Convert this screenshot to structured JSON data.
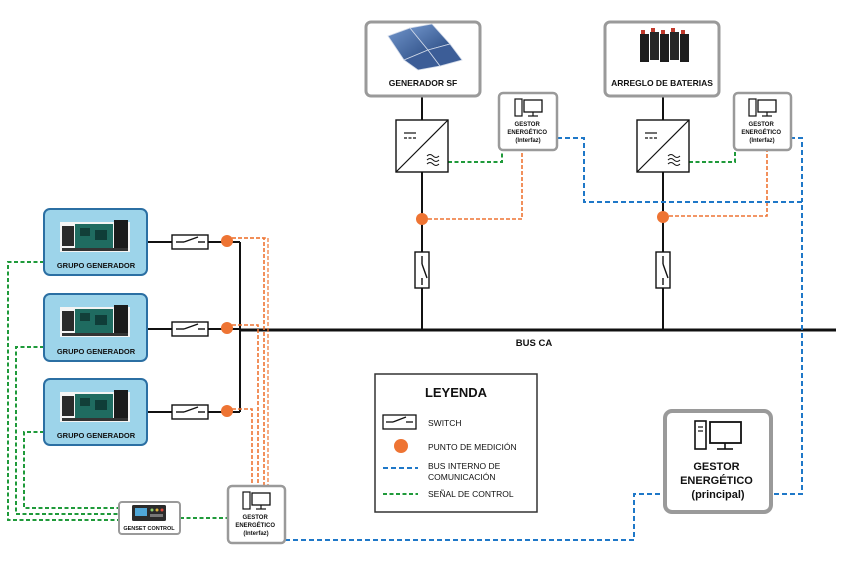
{
  "colors": {
    "bus": "#111111",
    "comm_bus": "#1f78c8",
    "control_signal": "#1f9a3a",
    "measurement": "#ee7433",
    "generator_box_fill": "#9dd4ea",
    "generator_box_border": "#2b6fa3",
    "device_border": "#9a9a9a"
  },
  "nodes": {
    "gen_sf": {
      "label": "GENERADOR SF",
      "icon": "solar-panel-icon"
    },
    "batteries": {
      "label": "ARREGLO DE BATERIAS",
      "icon": "battery-bank-icon"
    },
    "gestor_sf": {
      "line1": "GESTOR",
      "line2": "ENERGÉTICO",
      "line3": "(Interfaz)",
      "icon": "computer-icon"
    },
    "gestor_bat": {
      "line1": "GESTOR",
      "line2": "ENERGÉTICO",
      "line3": "(Interfaz)",
      "icon": "computer-icon"
    },
    "gestor_gen": {
      "line1": "GESTOR",
      "line2": "ENERGÉTICO",
      "line3": "(Interfaz)",
      "icon": "computer-icon"
    },
    "gestor_main": {
      "line1": "GESTOR",
      "line2": "ENERGÉTICO",
      "line3": "(principal)",
      "icon": "computer-icon"
    },
    "genset_control": {
      "label": "GENSET CONTROL",
      "icon": "control-panel-icon"
    },
    "generators": [
      {
        "label": "GRUPO GENERADOR",
        "icon": "diesel-generator-icon"
      },
      {
        "label": "GRUPO GENERADOR",
        "icon": "diesel-generator-icon"
      },
      {
        "label": "GRUPO GENERADOR",
        "icon": "diesel-generator-icon"
      }
    ],
    "inverter_sf": {
      "icon": "inverter-icon"
    },
    "inverter_bat": {
      "icon": "inverter-icon"
    }
  },
  "bus_label": "BUS CA",
  "legend": {
    "title": "LEYENDA",
    "items": [
      {
        "key": "switch",
        "label": "SWITCH"
      },
      {
        "key": "measure",
        "label": "PUNTO DE MEDICIÓN"
      },
      {
        "key": "comm",
        "label": "BUS INTERNO DE",
        "label2": "COMUNICACIÓN"
      },
      {
        "key": "control",
        "label": "SEÑAL DE CONTROL"
      }
    ]
  }
}
